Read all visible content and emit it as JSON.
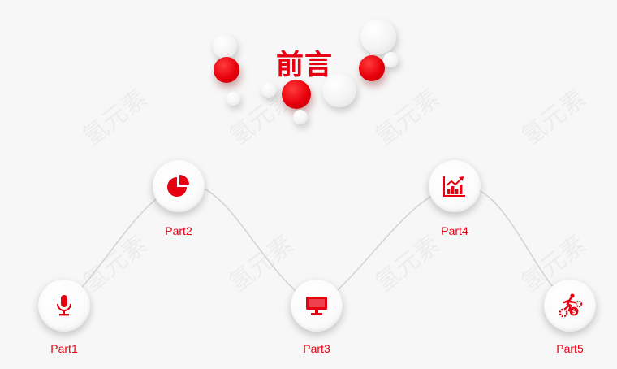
{
  "title": "前言",
  "watermark_text": "氢元素",
  "accent_color": "#e60012",
  "parts": [
    {
      "label": "Part1",
      "icon": "microphone-icon"
    },
    {
      "label": "Part2",
      "icon": "pie-chart-icon"
    },
    {
      "label": "Part3",
      "icon": "monitor-icon"
    },
    {
      "label": "Part4",
      "icon": "growth-chart-icon"
    },
    {
      "label": "Part5",
      "icon": "running-person-gears-icon"
    }
  ]
}
